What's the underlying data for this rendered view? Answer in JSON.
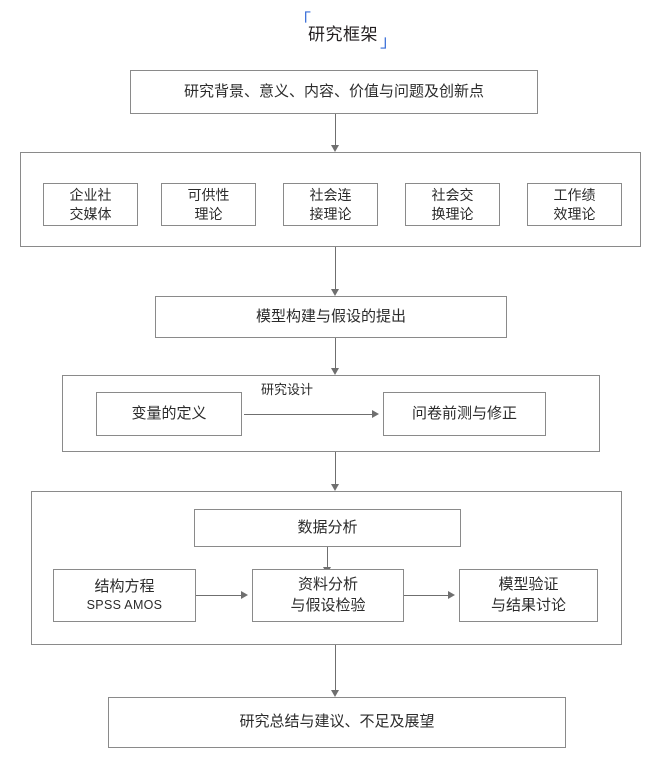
{
  "title": {
    "text": "研究框架",
    "bracket_open": "「",
    "bracket_close": "」",
    "color": "#3a6fd8"
  },
  "colors": {
    "box_border": "#8a8a8a",
    "line": "#6f6f6f",
    "text": "#2b2b2b",
    "background": "#ffffff"
  },
  "chart_data": {
    "type": "diagram",
    "diagram_kind": "flowchart",
    "title": "研究框架",
    "nodes": [
      {
        "id": "background",
        "label": "研究背景、意义、内容、价值与问题及创新点",
        "level": 1
      },
      {
        "id": "theory_group",
        "label": "",
        "level": 2,
        "kind": "group"
      },
      {
        "id": "theory_1",
        "label": "企业社交媒体",
        "level": 2,
        "parent": "theory_group"
      },
      {
        "id": "theory_2",
        "label": "可供性理论",
        "level": 2,
        "parent": "theory_group"
      },
      {
        "id": "theory_3",
        "label": "社会连接理论",
        "level": 2,
        "parent": "theory_group"
      },
      {
        "id": "theory_4",
        "label": "社会交换理论",
        "level": 2,
        "parent": "theory_group"
      },
      {
        "id": "theory_5",
        "label": "工作绩效理论",
        "level": 2,
        "parent": "theory_group"
      },
      {
        "id": "model",
        "label": "模型构建与假设的提出",
        "level": 3
      },
      {
        "id": "design_group",
        "label": "研究设计",
        "level": 4,
        "kind": "group"
      },
      {
        "id": "variable_def",
        "label": "变量的定义",
        "level": 4,
        "parent": "design_group"
      },
      {
        "id": "questionnaire",
        "label": "问卷前测与修正",
        "level": 4,
        "parent": "design_group"
      },
      {
        "id": "analysis_group",
        "label": "",
        "level": 5,
        "kind": "group"
      },
      {
        "id": "data_analysis",
        "label": "数据分析",
        "level": 5,
        "parent": "analysis_group"
      },
      {
        "id": "sem",
        "label": "结构方程 / SPSS AMOS",
        "level": 5,
        "parent": "analysis_group"
      },
      {
        "id": "data_hypo",
        "label": "资料分析与假设检验",
        "level": 5,
        "parent": "analysis_group"
      },
      {
        "id": "model_verify",
        "label": "模型验证与结果讨论",
        "level": 5,
        "parent": "analysis_group"
      },
      {
        "id": "conclusion",
        "label": "研究总结与建议、不足及展望",
        "level": 6
      }
    ],
    "edges": [
      {
        "from": "background",
        "to": "theory_group",
        "style": "arrow-down"
      },
      {
        "from": "theory_group",
        "to": "model",
        "style": "arrow-down"
      },
      {
        "from": "model",
        "to": "design_group",
        "style": "arrow-down"
      },
      {
        "from": "variable_def",
        "to": "questionnaire",
        "style": "arrow-right",
        "label": "研究设计"
      },
      {
        "from": "design_group",
        "to": "analysis_group",
        "style": "arrow-down"
      },
      {
        "from": "data_analysis",
        "to": "data_hypo",
        "style": "arrow-down"
      },
      {
        "from": "sem",
        "to": "data_hypo",
        "style": "arrow-right"
      },
      {
        "from": "data_hypo",
        "to": "model_verify",
        "style": "arrow-right"
      },
      {
        "from": "analysis_group",
        "to": "conclusion",
        "style": "arrow-down"
      }
    ]
  },
  "nodes": {
    "background": {
      "text": "研究背景、意义、内容、价值与问题及创新点"
    },
    "theories": [
      {
        "line1": "企业社",
        "line2": "交媒体"
      },
      {
        "line1": "可供性",
        "line2": "理论"
      },
      {
        "line1": "社会连",
        "line2": "接理论"
      },
      {
        "line1": "社会交",
        "line2": "换理论"
      },
      {
        "line1": "工作绩",
        "line2": "效理论"
      }
    ],
    "model": {
      "text": "模型构建与假设的提出"
    },
    "design": {
      "section_label": "研究设计",
      "variable_def": "变量的定义",
      "questionnaire": "问卷前测与修正"
    },
    "analysis": {
      "data_analysis": "数据分析",
      "sem": {
        "line1": "结构方程",
        "line2": "SPSS    AMOS"
      },
      "data_hypo": {
        "line1": "资料分析",
        "line2": "与假设检验"
      },
      "model_verify": {
        "line1": "模型验证",
        "line2": "与结果讨论"
      }
    },
    "conclusion": {
      "text": "研究总结与建议、不足及展望"
    }
  }
}
